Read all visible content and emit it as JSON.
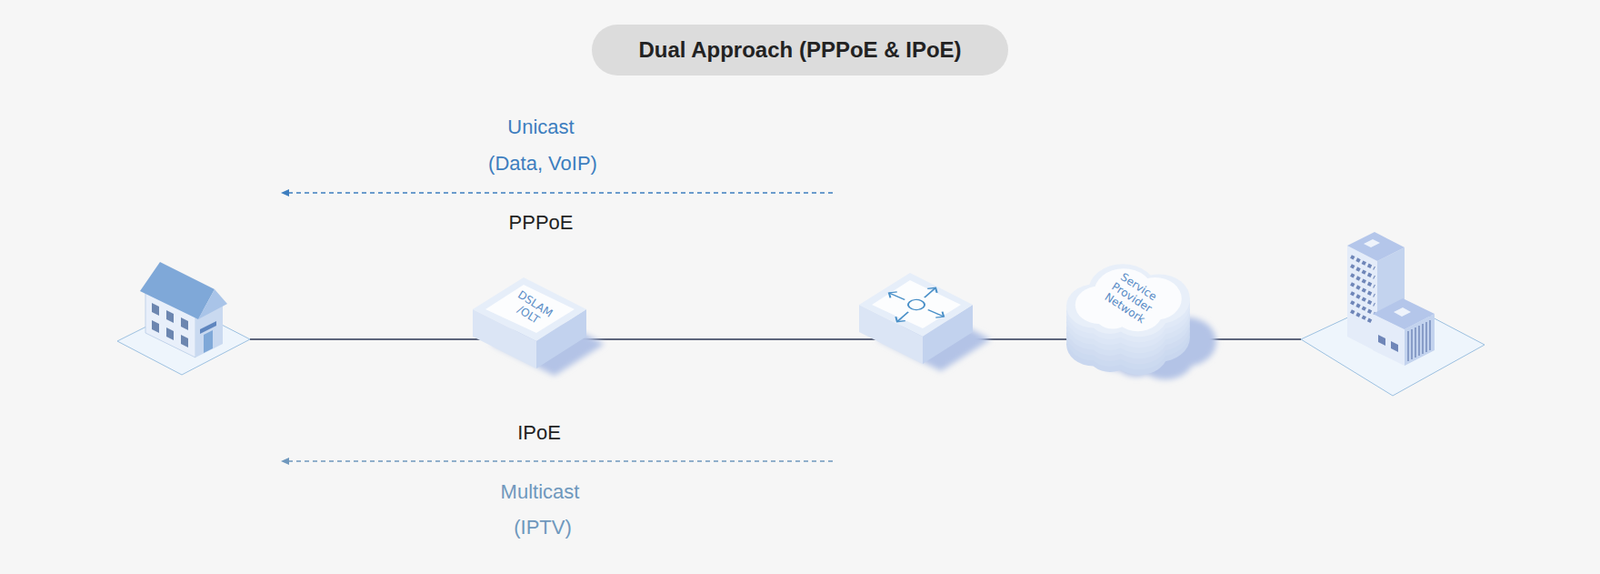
{
  "diagram": {
    "title": "Dual Approach (PPPoE & IPoE)",
    "nodes": [
      {
        "text": [
          "DSLAM /OLT"
        ]
      },
      {
        "text": [
          "Service Provider Network"
        ]
      }
    ],
    "labels": [
      "Unicast",
      "(Data, VoIP)",
      "PPPoE",
      "IPoE",
      "Multicast",
      "(IPTV)"
    ]
  }
}
